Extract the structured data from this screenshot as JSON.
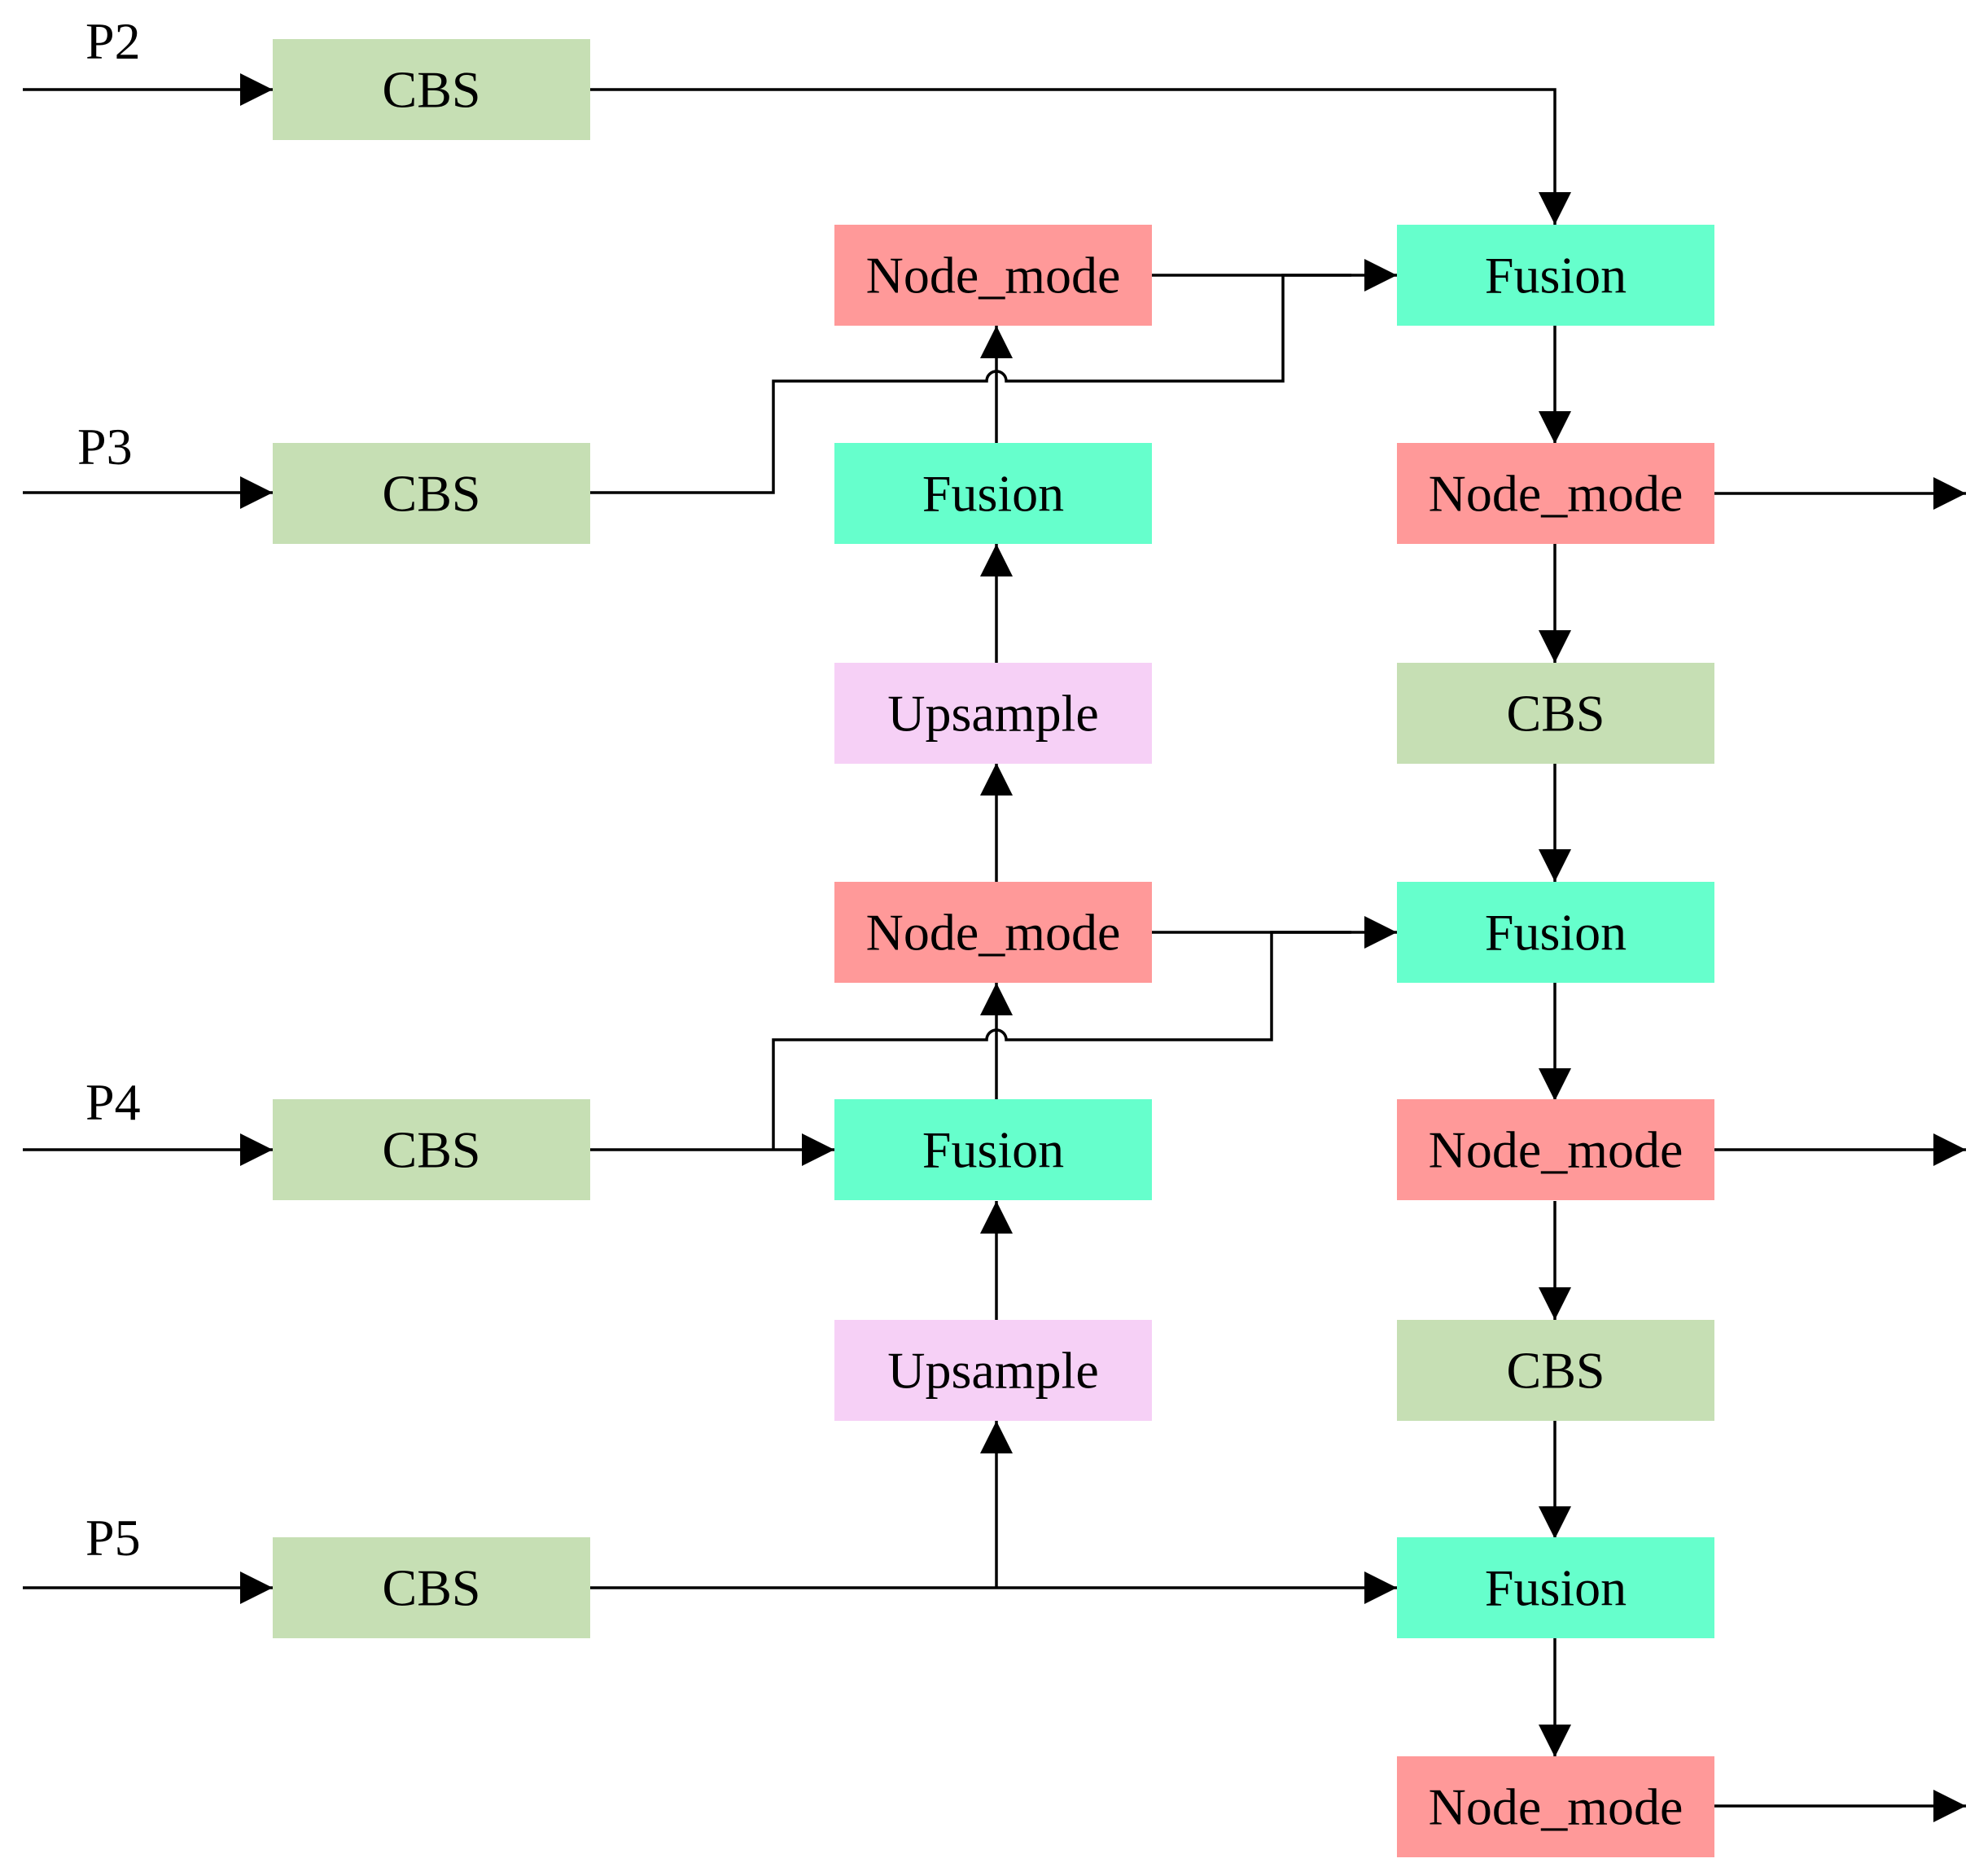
{
  "diagram": {
    "inputs": [
      "P2",
      "P3",
      "P4",
      "P5"
    ],
    "colors": {
      "CBS": "#c6dfb4",
      "Fusion": "#66ffcc",
      "Node_mode": "#ff9999",
      "Upsample": "#f6d0f6",
      "line": "#000000"
    },
    "nodes": [
      {
        "id": "cbs-p2",
        "label": "CBS",
        "type": "CBS"
      },
      {
        "id": "cbs-p3",
        "label": "CBS",
        "type": "CBS"
      },
      {
        "id": "cbs-p4",
        "label": "CBS",
        "type": "CBS"
      },
      {
        "id": "cbs-p5",
        "label": "CBS",
        "type": "CBS"
      },
      {
        "id": "mid-node-1",
        "label": "Node_mode",
        "type": "Node_mode"
      },
      {
        "id": "mid-fusion-1",
        "label": "Fusion",
        "type": "Fusion"
      },
      {
        "id": "mid-upsample-1",
        "label": "Upsample",
        "type": "Upsample"
      },
      {
        "id": "mid-node-2",
        "label": "Node_mode",
        "type": "Node_mode"
      },
      {
        "id": "mid-fusion-2",
        "label": "Fusion",
        "type": "Fusion"
      },
      {
        "id": "mid-upsample-2",
        "label": "Upsample",
        "type": "Upsample"
      },
      {
        "id": "right-fusion-1",
        "label": "Fusion",
        "type": "Fusion"
      },
      {
        "id": "right-node-1",
        "label": "Node_mode",
        "type": "Node_mode"
      },
      {
        "id": "right-cbs-1",
        "label": "CBS",
        "type": "CBS"
      },
      {
        "id": "right-fusion-2",
        "label": "Fusion",
        "type": "Fusion"
      },
      {
        "id": "right-node-2",
        "label": "Node_mode",
        "type": "Node_mode"
      },
      {
        "id": "right-cbs-2",
        "label": "CBS",
        "type": "CBS"
      },
      {
        "id": "right-fusion-3",
        "label": "Fusion",
        "type": "Fusion"
      },
      {
        "id": "right-node-3",
        "label": "Node_mode",
        "type": "Node_mode"
      }
    ]
  }
}
